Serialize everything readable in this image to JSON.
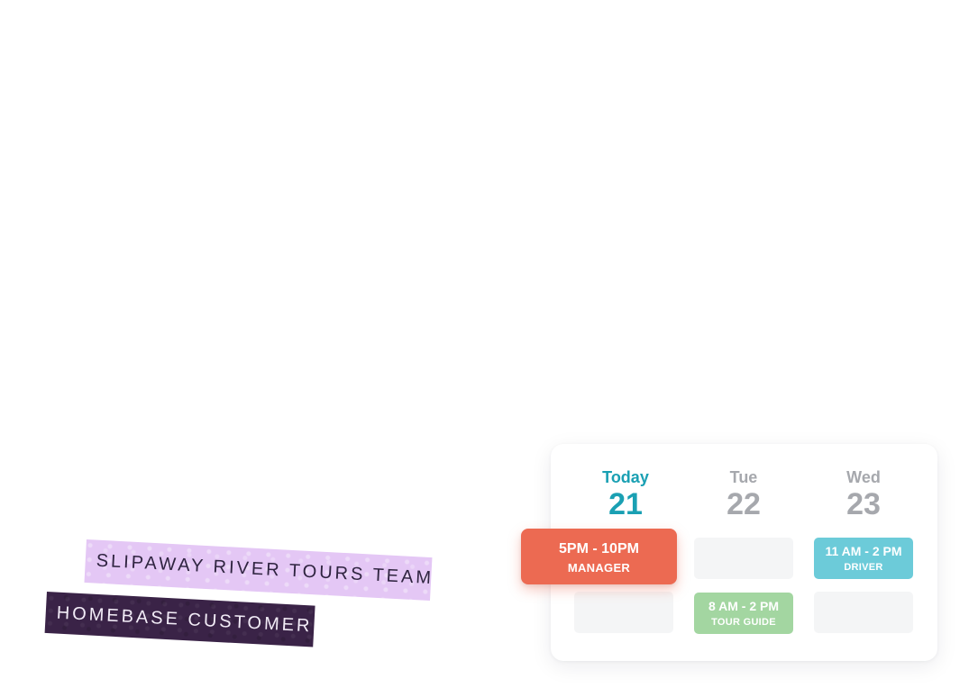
{
  "labels": {
    "team": "SLIPAWAY RIVER TOURS TEAM",
    "customer": "HOMEBASE CUSTOMER"
  },
  "schedule": {
    "days": [
      {
        "name": "Today",
        "number": "21"
      },
      {
        "name": "Tue",
        "number": "22"
      },
      {
        "name": "Wed",
        "number": "23"
      }
    ],
    "shifts": {
      "manager": {
        "time": "5PM - 10PM",
        "role": "MANAGER"
      },
      "driver": {
        "time": "11 AM - 2 PM",
        "role": "DRIVER"
      },
      "tour_guide": {
        "time": "8 AM - 2 PM",
        "role": "TOUR GUIDE"
      }
    }
  },
  "colors": {
    "today_accent": "#1aa0b3",
    "manager": "#ec6a52",
    "driver": "#6ccbd9",
    "tour_guide": "#a3d6a1",
    "team_tape": "#e4c7f5",
    "customer_tape": "#3a2347"
  }
}
